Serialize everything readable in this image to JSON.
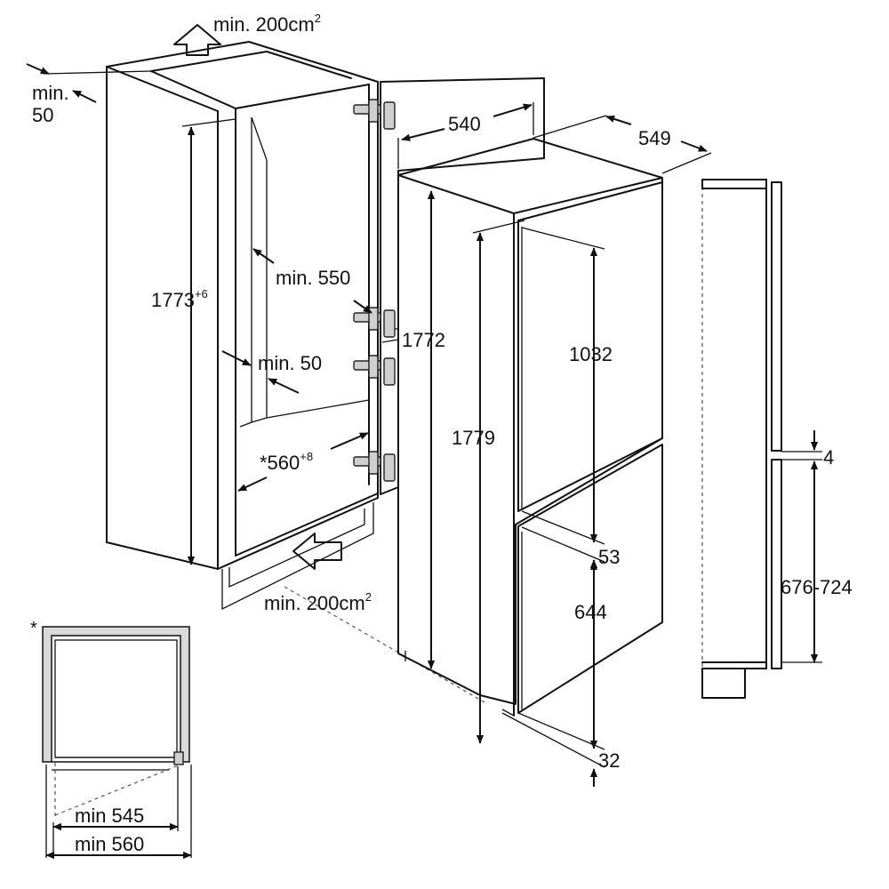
{
  "labels": {
    "vent_top": "min. 200cm",
    "vent_top_exp": "2",
    "gap_top_line1": "min.",
    "gap_top_line2": "50",
    "niche_height": "1773",
    "niche_height_tol": "+6",
    "niche_depth": "min. 550",
    "side_gap": "min. 50",
    "niche_width": "*560",
    "niche_width_tol": "+8",
    "vent_bottom": "min. 200cm",
    "vent_bottom_exp": "2",
    "appliance_width": "540",
    "appliance_depth": "549",
    "appliance_height": "1772",
    "overall_height": "1779",
    "upper_door": "1032",
    "door_gap": "53",
    "lower_door": "644",
    "bottom_offset": "32",
    "panel_gap": "4",
    "panel_height": "676-724",
    "footnote_marker": "*",
    "inner_min_width": "min 545",
    "outer_min_width": "min 560"
  }
}
